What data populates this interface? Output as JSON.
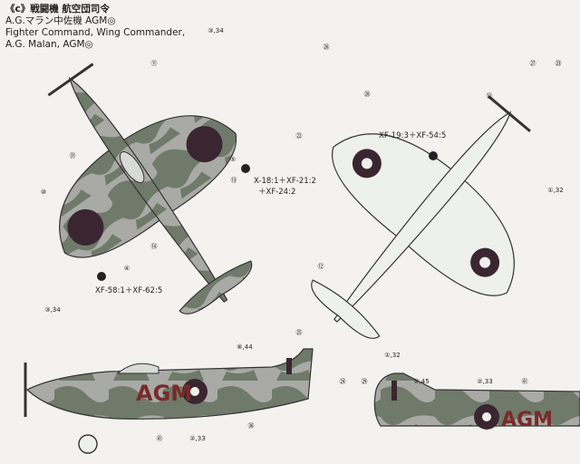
{
  "header": {
    "prefix": "《c》",
    "line1": "戦闘機 航空団司令",
    "line2": "A.G.マラン中佐機 AGM◎",
    "line3": "Fighter Command, Wing Commander,",
    "line4": "A.G. Malan, AGM◎"
  },
  "paint": {
    "top_view_spec_1": "X-18:1＋XF-21:2",
    "top_view_spec_2": "＋XF-24:2",
    "top_view_spec_3": "XF-58:1＋XF-62:5",
    "bottom_view_spec": "XF-19:3＋XF-54:5"
  },
  "codes": {
    "left_side": "AGM",
    "right_side": "AGM"
  },
  "callouts": {
    "c1": "③,34",
    "c2": "⑪",
    "c3": "⑤",
    "c4": "㉛",
    "c5": "⑬",
    "c6": "⑩",
    "c7": "⑭",
    "c8": "④",
    "c9": "③,34",
    "c10": "㉖",
    "c11": "㉘",
    "c12": "㉒",
    "c13": "⑫",
    "c14": "㉗",
    "c15": "㉓",
    "c16": "①,32",
    "c17": "⑫",
    "c18": "㉕",
    "c19": "①,32",
    "c20": "⑧,44",
    "c21": "㉔",
    "c22": "㉙",
    "c23": "⑨,45",
    "c24": "②,33",
    "c25": "㊶",
    "c26": "㊶",
    "c27": "②,33",
    "c28": "㊱"
  },
  "colors": {
    "camo_grey": "#a9aaa6",
    "camo_green": "#6f7a6a",
    "underside": "#eef0ec",
    "roundel_dark": "#3a2630",
    "code_letters": "#7a2a2a"
  }
}
